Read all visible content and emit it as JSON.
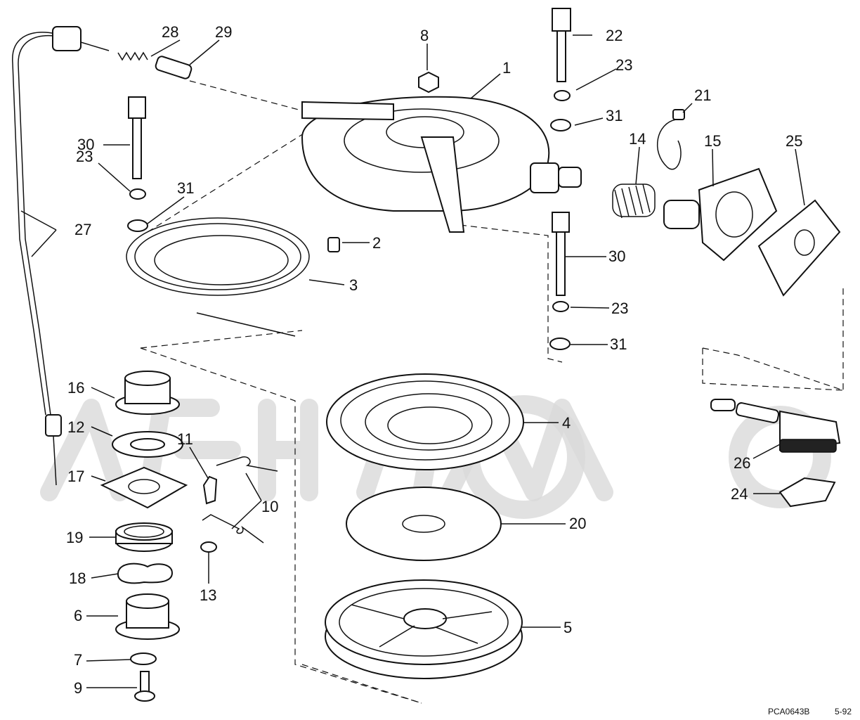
{
  "diagram": {
    "callouts": {
      "c1": "1",
      "c2": "2",
      "c3": "3",
      "c4": "4",
      "c5": "5",
      "c6": "6",
      "c7": "7",
      "c8": "8",
      "c9": "9",
      "c10": "10",
      "c11": "11",
      "c12": "12",
      "c13": "13",
      "c14": "14",
      "c15": "15",
      "c16": "16",
      "c17": "17",
      "c18": "18",
      "c19": "19",
      "c20": "20",
      "c21": "21",
      "c22": "22",
      "c23a": "23",
      "c23b": "23",
      "c23c": "23",
      "c24": "24",
      "c25": "25",
      "c26": "26",
      "c27": "27",
      "c28": "28",
      "c29": "29",
      "c30a": "30",
      "c30b": "30",
      "c31a": "31",
      "c31b": "31",
      "c31c": "31"
    },
    "footer": {
      "code": "PCA0643B",
      "page": "5-92"
    }
  }
}
